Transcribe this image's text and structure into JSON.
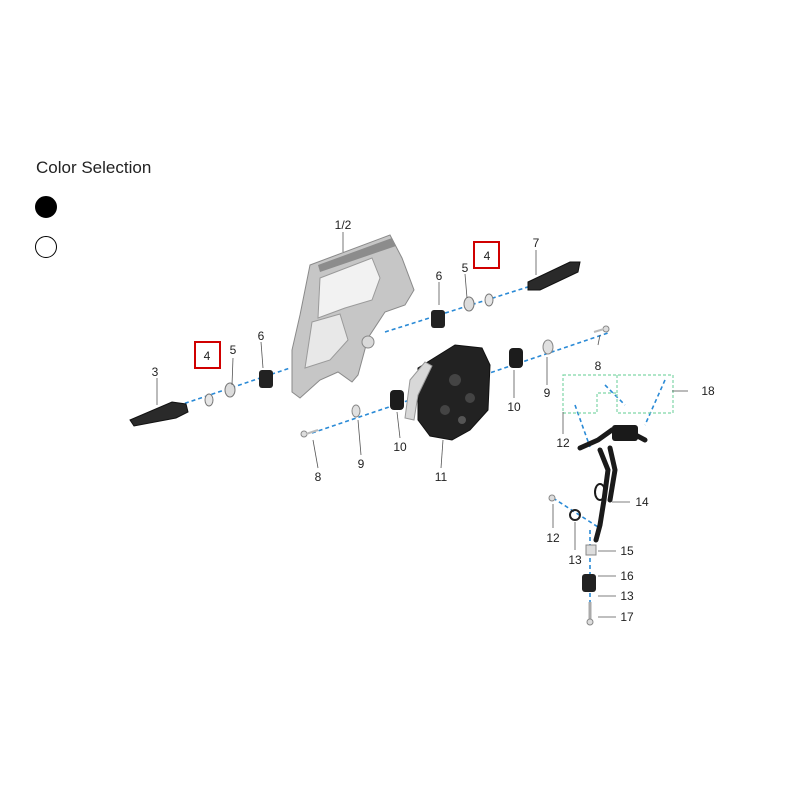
{
  "color_selection": {
    "title": "Color Selection",
    "options": [
      {
        "name": "black",
        "color": "#000000"
      },
      {
        "name": "white",
        "color": "#ffffff"
      }
    ]
  },
  "diagram": {
    "callouts": {
      "c1_2": "1/2",
      "c3": "3",
      "c4a": "4",
      "c4b": "4",
      "c5a": "5",
      "c5b": "5",
      "c6a": "6",
      "c6b": "6",
      "c7": "7",
      "c8a": "8",
      "c8b": "8",
      "c9a": "9",
      "c9b": "9",
      "c10a": "10",
      "c10b": "10",
      "c11": "11",
      "c12a": "12",
      "c12b": "12",
      "c13a": "13",
      "c13b": "13",
      "c14": "14",
      "c15": "15",
      "c16": "16",
      "c17": "17",
      "c18": "18"
    },
    "highlight_color": "#d00000",
    "axis_line_color": "#2a8ad6",
    "group_box_color": "#7fd6a8"
  }
}
